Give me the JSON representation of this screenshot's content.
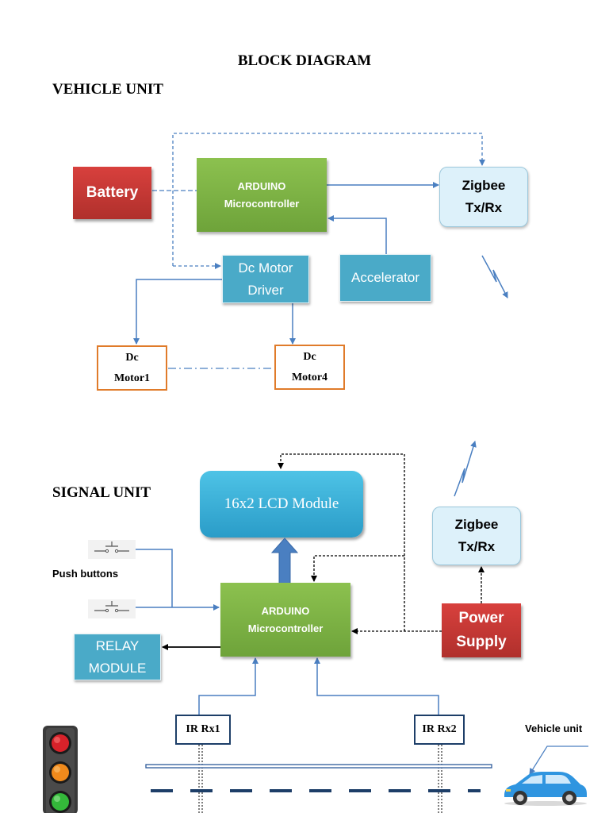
{
  "title": "BLOCK DIAGRAM",
  "vehicle_unit": {
    "heading": "VEHICLE UNIT",
    "battery": "Battery",
    "arduino": {
      "line1": "ARDUINO",
      "line2": "Microcontroller"
    },
    "zigbee": {
      "line1": "Zigbee",
      "line2": "Tx/Rx"
    },
    "motor_driver": {
      "line1": "Dc Motor",
      "line2": "Driver"
    },
    "accelerator": "Accelerator",
    "motor1": {
      "line1": "Dc",
      "line2": "Motor1"
    },
    "motor4": {
      "line1": "Dc",
      "line2": "Motor4"
    }
  },
  "signal_unit": {
    "heading": "SIGNAL UNIT",
    "lcd": "16x2 LCD Module",
    "push_buttons": "Push buttons",
    "arduino": {
      "line1": "ARDUINO",
      "line2": "Microcontroller"
    },
    "zigbee": {
      "line1": "Zigbee",
      "line2": "Tx/Rx"
    },
    "power_supply": {
      "line1": "Power",
      "line2": "Supply"
    },
    "relay": {
      "line1": "RELAY",
      "line2": "MODULE"
    },
    "ir1": "IR Rx1",
    "ir2": "IR Rx2",
    "vehicle_unit_label": "Vehicle unit"
  },
  "colors": {
    "battery": "#c93935",
    "arduino": "#7db443",
    "zigbee_fill": "#ddf1fa",
    "teal": "#4aaac8",
    "motor_border": "#e07b2a",
    "lcd": "#34ade0",
    "connector_blue": "#4a7fc1",
    "traffic_light_red": "#d8222a",
    "traffic_light_amber": "#f08a1c",
    "traffic_light_green": "#34b83a",
    "car": "#2f95e0"
  }
}
